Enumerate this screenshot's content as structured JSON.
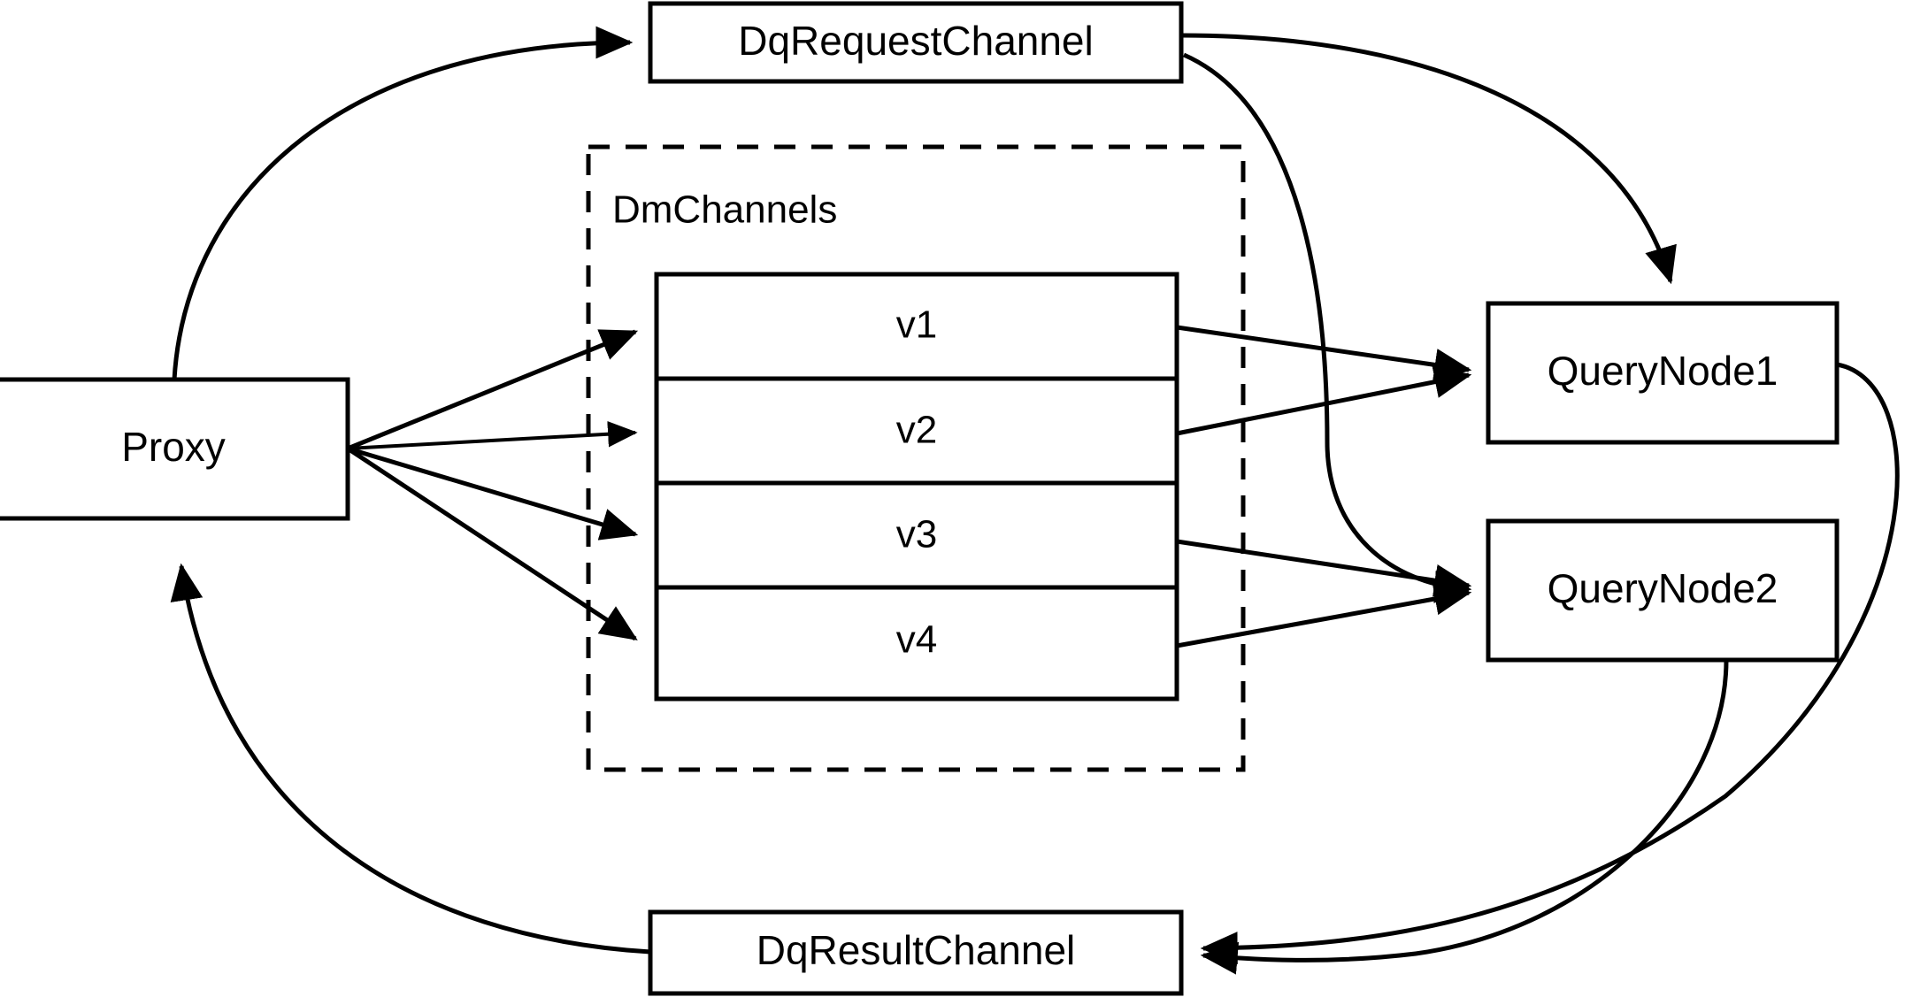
{
  "diagram": {
    "title": "Milvus distributed query channel dataflow",
    "background_color": "#ffffff",
    "stroke_color": "#000000",
    "nodes": {
      "proxy": {
        "label": "Proxy"
      },
      "dq_request_channel": {
        "label": "DqRequestChannel"
      },
      "dq_result_channel": {
        "label": "DqResultChannel"
      },
      "query_node_1": {
        "label": "QueryNode1"
      },
      "query_node_2": {
        "label": "QueryNode2"
      },
      "dm_channels_group": {
        "label": "DmChannels"
      },
      "dm_channel_rows": [
        {
          "label": "v1"
        },
        {
          "label": "v2"
        },
        {
          "label": "v3"
        },
        {
          "label": "v4"
        }
      ]
    },
    "edges": [
      {
        "from": "Proxy",
        "to": "DqRequestChannel",
        "style": "curved",
        "arrow": true
      },
      {
        "from": "Proxy",
        "to": "v1",
        "style": "straight",
        "arrow": true
      },
      {
        "from": "Proxy",
        "to": "v2",
        "style": "straight",
        "arrow": true
      },
      {
        "from": "Proxy",
        "to": "v3",
        "style": "straight",
        "arrow": true
      },
      {
        "from": "Proxy",
        "to": "v4",
        "style": "straight",
        "arrow": true
      },
      {
        "from": "DqRequestChannel",
        "to": "QueryNode1",
        "style": "curved",
        "arrow": true
      },
      {
        "from": "DqRequestChannel",
        "to": "QueryNode2",
        "style": "curved",
        "arrow": true
      },
      {
        "from": "v1",
        "to": "QueryNode1",
        "style": "straight",
        "arrow": true
      },
      {
        "from": "v2",
        "to": "QueryNode1",
        "style": "straight",
        "arrow": true
      },
      {
        "from": "v3",
        "to": "QueryNode2",
        "style": "straight",
        "arrow": true
      },
      {
        "from": "v4",
        "to": "QueryNode2",
        "style": "straight",
        "arrow": true
      },
      {
        "from": "QueryNode1",
        "to": "DqResultChannel",
        "style": "curved",
        "arrow": true
      },
      {
        "from": "QueryNode2",
        "to": "DqResultChannel",
        "style": "curved",
        "arrow": true
      },
      {
        "from": "DqResultChannel",
        "to": "Proxy",
        "style": "curved",
        "arrow": true
      }
    ]
  }
}
